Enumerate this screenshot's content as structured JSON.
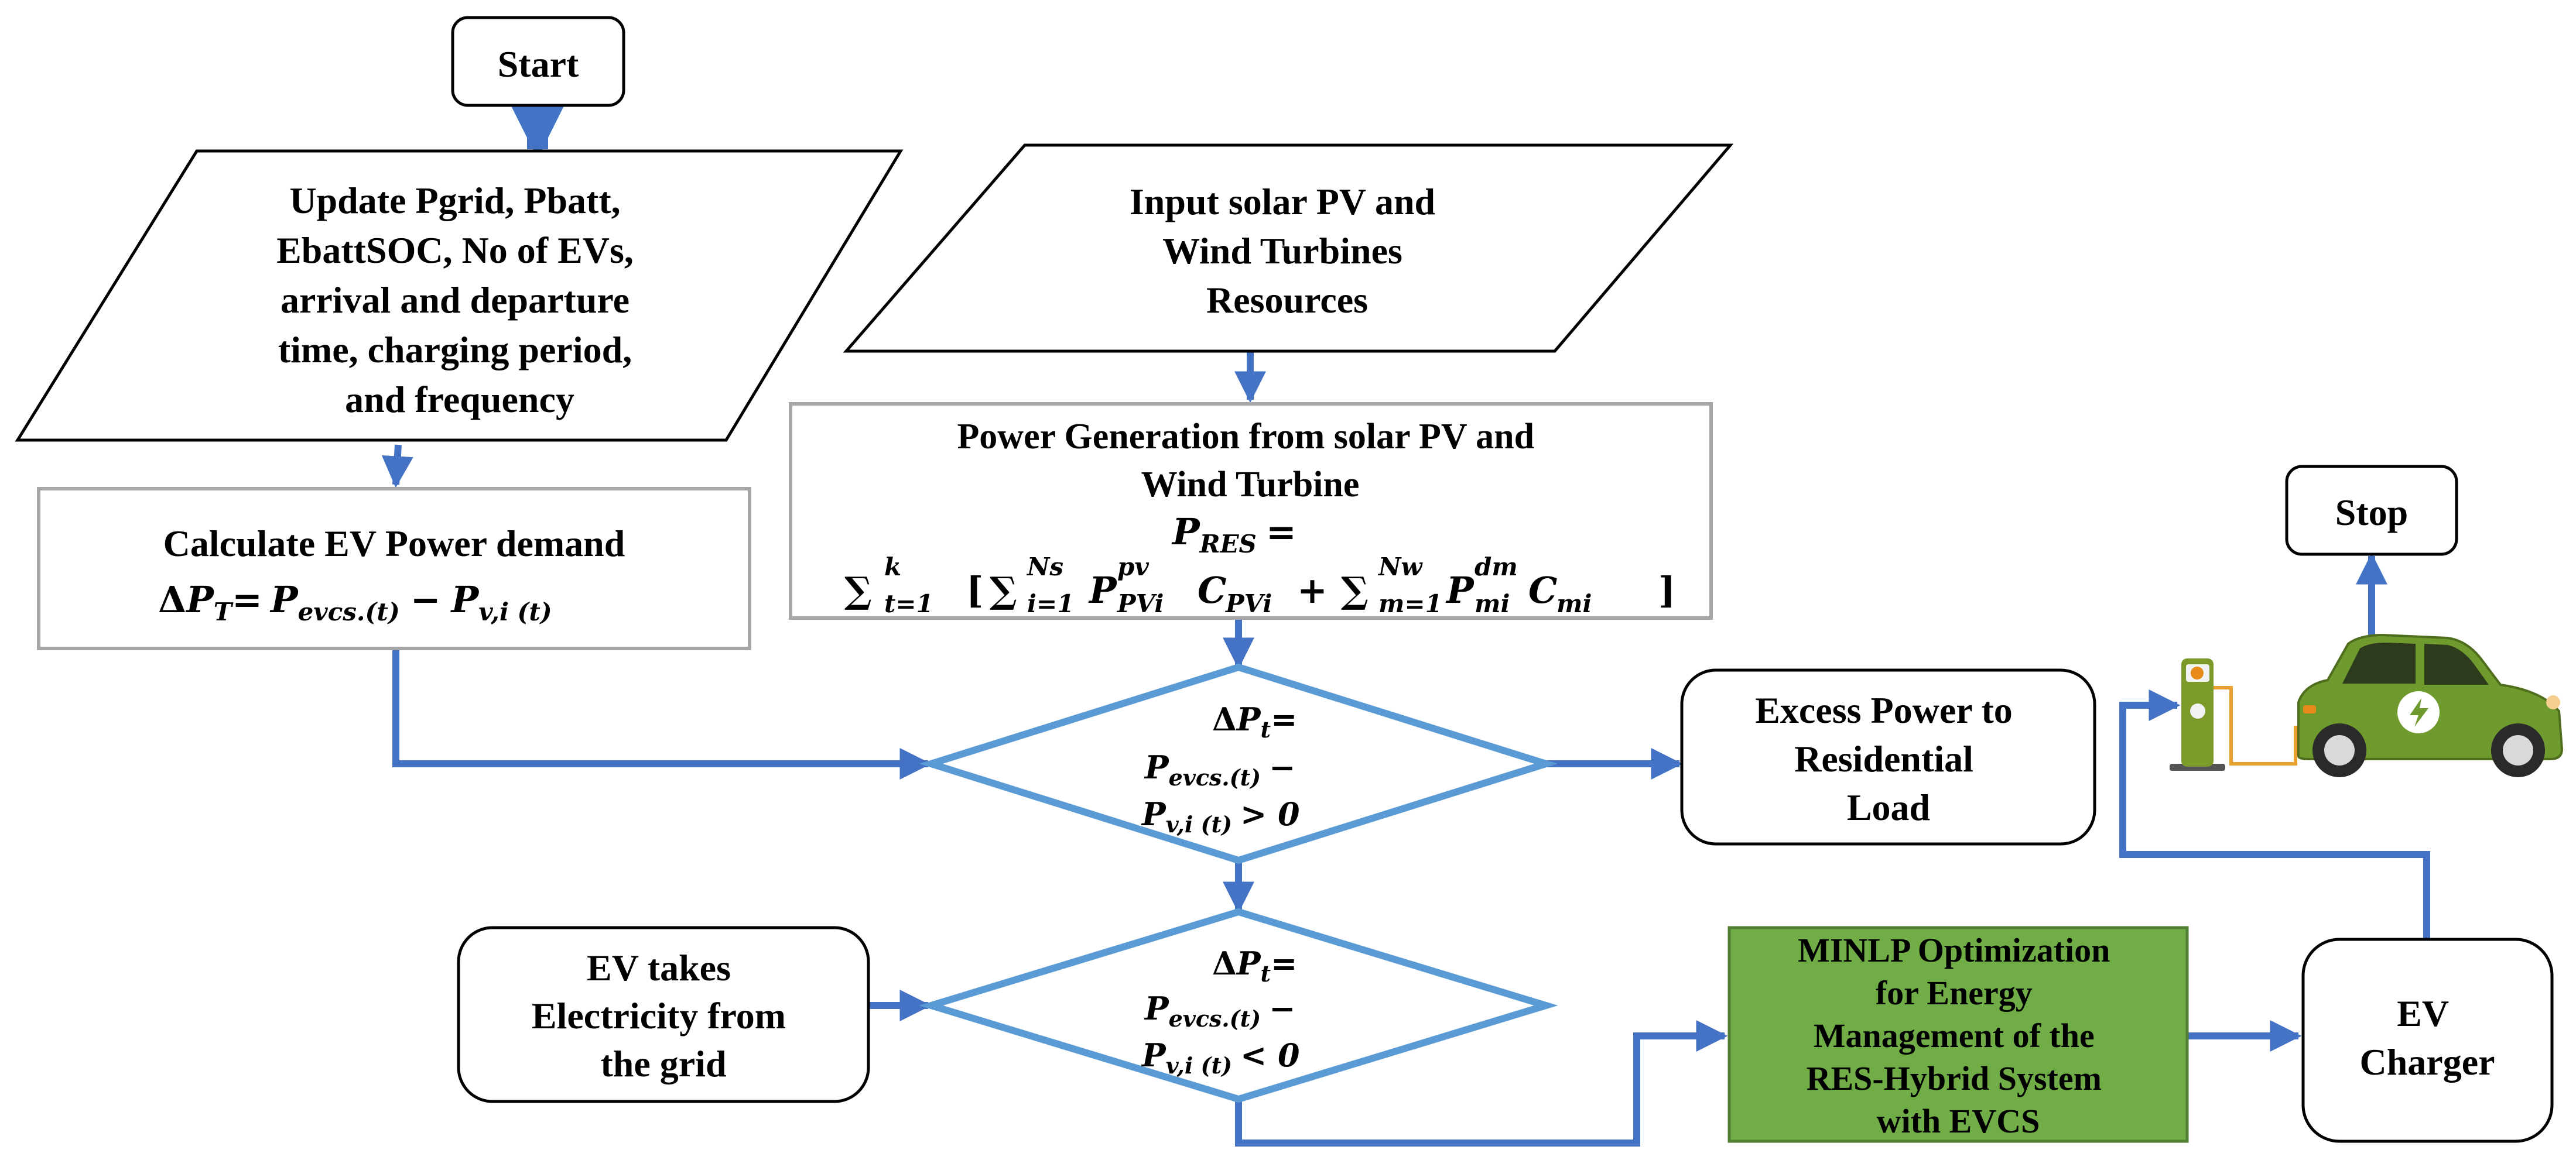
{
  "nodes": {
    "start": "Start",
    "update": [
      "Update Pgrid, Pbatt,",
      "EbattSOC, No of EVs,",
      "arrival and departure",
      "time, charging period,",
      "and frequency"
    ],
    "input": [
      "Input solar PV and",
      "Wind Turbines",
      "Resources"
    ],
    "calc_title": "Calculate EV Power demand",
    "gen_title": [
      "Power Generation from solar PV and",
      "Wind Turbine"
    ],
    "excess": [
      "Excess Power to",
      "Residential",
      "Load"
    ],
    "grid": [
      "EV takes",
      "Electricity from",
      "the grid"
    ],
    "minlp": [
      "MINLP Optimization",
      "for Energy",
      "Management of the",
      "RES-Hybrid System",
      "with EVCS"
    ],
    "charger": [
      "EV",
      "Charger"
    ],
    "stop": "Stop"
  },
  "equations": {
    "calc": {
      "delta": "Δ",
      "P": "P",
      "T_sub": "T",
      "eq": "=",
      "P2": "P",
      "evcs_sub": "evcs.(t)",
      "minus": "−",
      "P3": "P",
      "vi_sub": "v,i (t)"
    },
    "res": {
      "P": "P",
      "res_sub": "RES",
      "eq": "=",
      "sum1": "∑",
      "t_sub": "t=1",
      "k_sup": "k",
      "lbr": "[",
      "sum2": "∑",
      "i_sub": "i=1",
      "ns_sup": "Ns",
      "P_pv": "P",
      "pv_sup": "pv",
      "pvi_sub": "PVi",
      "C": "C",
      "cpvi_sub": "PVi",
      "plus": "+",
      "sum3": "∑",
      "m_sub": "m=1",
      "nw_sup": "Nw",
      "P_m": "P",
      "dm_sup": "dm",
      "mi_sub": "mi",
      "C2": "C",
      "cmi_sub": "mi",
      "rbr": "]"
    },
    "d1": {
      "delta": "Δ",
      "P": "P",
      "t_sub": "t",
      "eq": "=",
      "P2": "P",
      "evcs_sub": "evcs.(t)",
      "minus": "−",
      "P3": "P",
      "vi_sub": "v,i (t)",
      "cond": "> 0"
    },
    "d2": {
      "delta": "Δ",
      "P": "P",
      "t_sub": "t",
      "eq": "=",
      "P2": "P",
      "evcs_sub": "evcs.(t)",
      "minus": "−",
      "P3": "P",
      "vi_sub": "v,i (t)",
      "cond": "< 0"
    }
  },
  "colors": {
    "arrow": "#4472C4",
    "diamond": "#5B9BD5",
    "minlp_fill": "#70AD47",
    "box_border": "#A6A6A6",
    "car_body": "#6F9A2D"
  },
  "icons": {
    "ev_charging_scene": "ev-charging-station-with-car-icon"
  }
}
